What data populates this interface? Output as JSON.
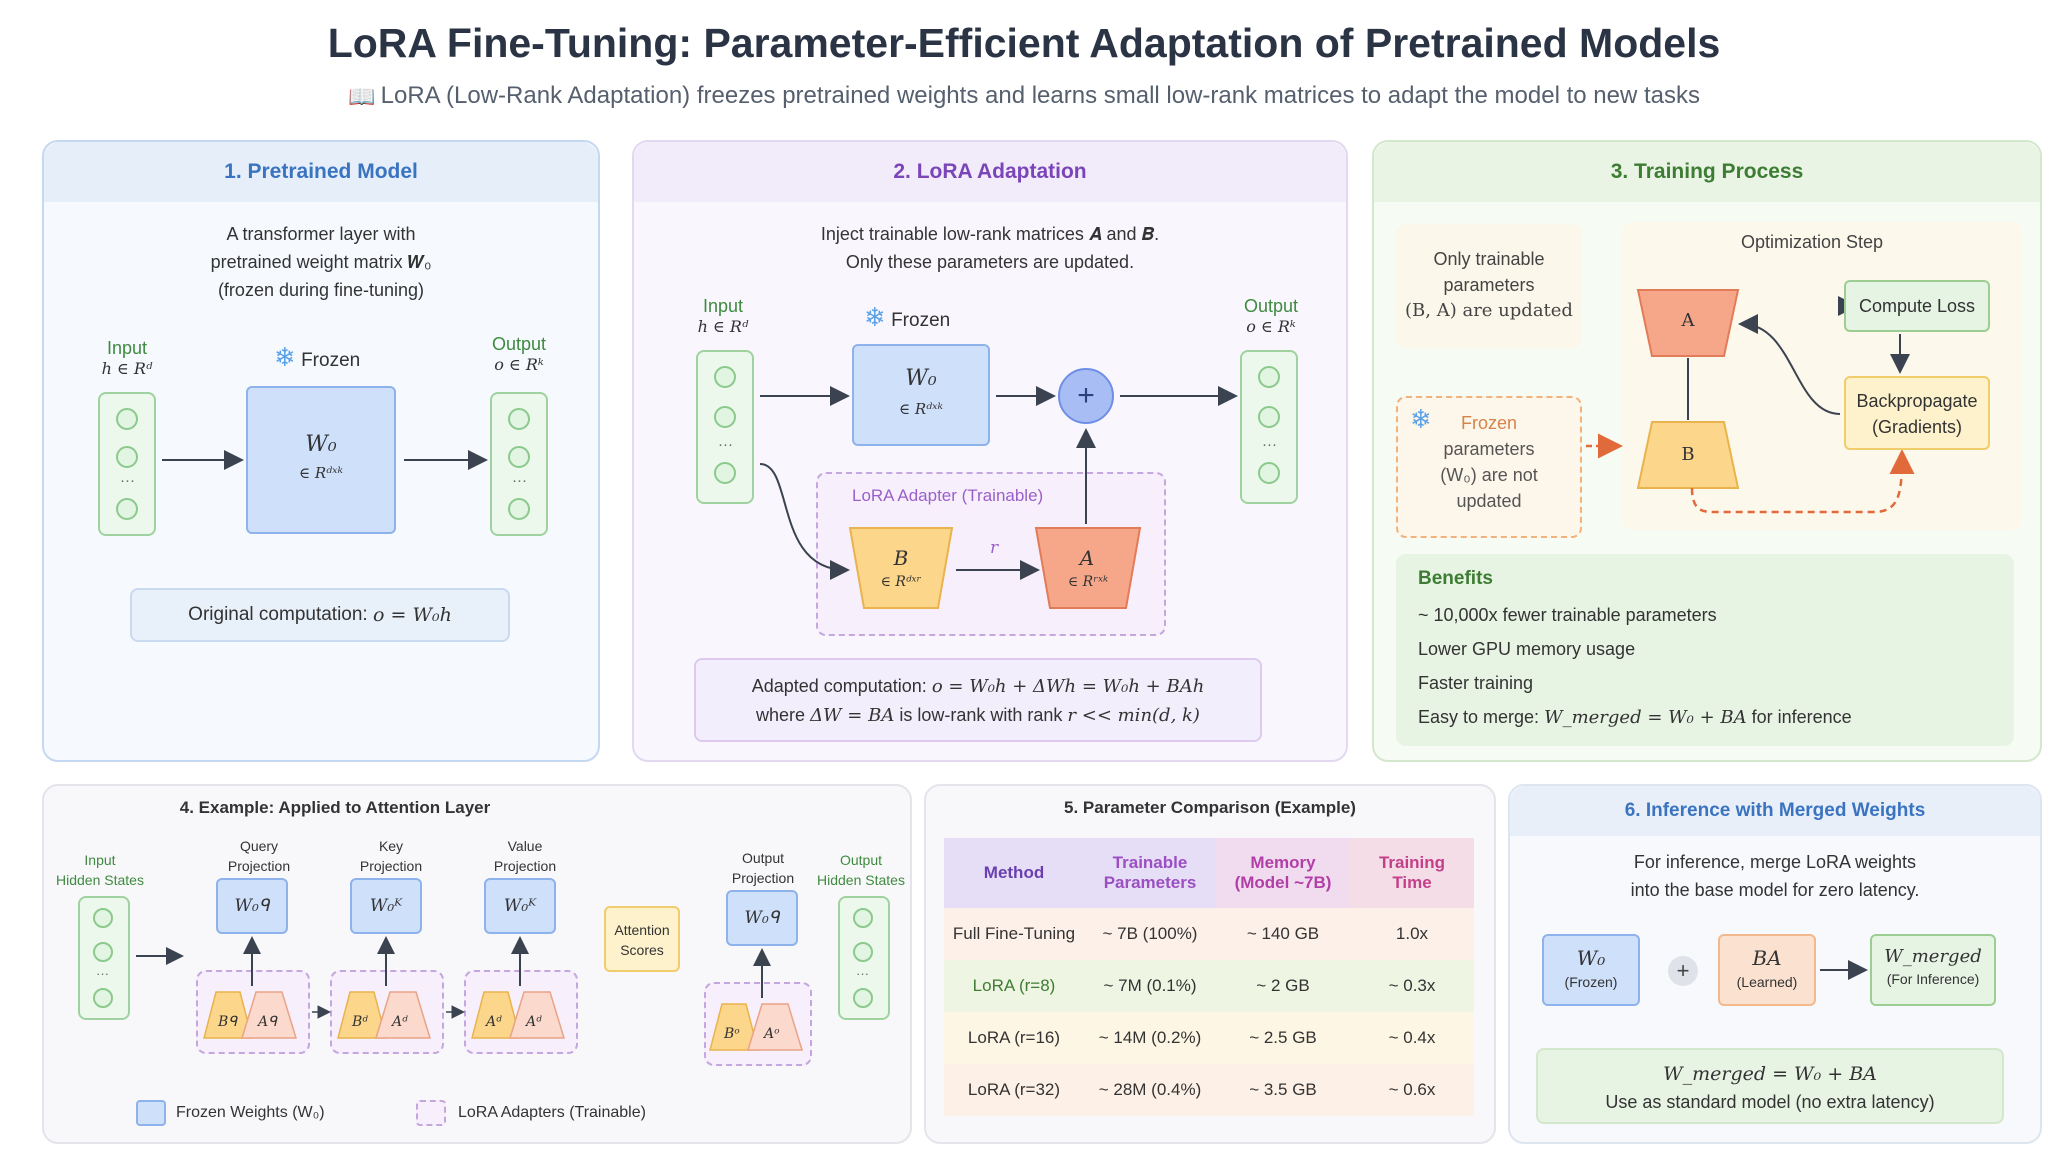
{
  "title": "LoRA Fine-Tuning: Parameter-Efficient Adaptation of Pretrained Models",
  "subtitle_icon": "book-icon",
  "subtitle": "LoRA (Low-Rank Adaptation) freezes pretrained weights and learns small low-rank matrices to adapt the model to new tasks",
  "p1": {
    "title": "1. Pretrained Model",
    "desc_1": "A transformer layer with",
    "desc_2": "pretrained weight matrix 𝑾₀",
    "desc_3": "(frozen during fine-tuning)",
    "input_label": "Input",
    "input_math": "h ∈ Rᵈ",
    "output_label": "Output",
    "output_math": "o ∈ Rᵏ",
    "frozen_label": "Frozen",
    "w_label": "W₀",
    "w_dim": "∈ Rᵈˣᵏ",
    "computation_label": "Original computation:",
    "computation_math": "o = W₀h"
  },
  "p2": {
    "title": "2. LoRA Adaptation",
    "desc_1": "Inject trainable low-rank matrices 𝑨 and 𝑩.",
    "desc_2": "Only these parameters are updated.",
    "input_label": "Input",
    "input_math": "h ∈ Rᵈ",
    "output_label": "Output",
    "output_math": "o ∈ Rᵏ",
    "frozen_label": "Frozen",
    "w_label": "W₀",
    "w_dim": "∈ Rᵈˣᵏ",
    "plus": "+",
    "adapter_label": "LoRA Adapter (Trainable)",
    "b_label": "B",
    "b_dim": "∈ Rᵈˣʳ",
    "a_label": "A",
    "a_dim": "∈ Rʳˣᵏ",
    "r_label": "r",
    "computation_1_label": "Adapted computation:",
    "computation_1_math": "o = W₀h + ΔWh = W₀h + BAh",
    "computation_2_pre": "where",
    "computation_2_math1": "ΔW = BA",
    "computation_2_mid": "is low-rank with rank",
    "computation_2_math2": "r << min(d, k)"
  },
  "p3": {
    "title": "3. Training Process",
    "trainable_1": "Only trainable",
    "trainable_2": "parameters",
    "trainable_3": "(B, A) are updated",
    "frozen_1": "Frozen",
    "frozen_2": "parameters",
    "frozen_3": "(W₀) are not",
    "frozen_4": "updated",
    "opt_title": "Optimization Step",
    "a_label": "A",
    "b_label": "B",
    "loss_label": "Compute Loss",
    "backprop_1": "Backpropagate",
    "backprop_2": "(Gradients)",
    "benefits_title": "Benefits",
    "benefits": [
      "~ 10,000x fewer trainable parameters",
      "Lower GPU memory usage",
      "Faster training"
    ],
    "benefit_merge_pre": "Easy to merge:",
    "benefit_merge_math": "W_merged = W₀ + BA",
    "benefit_merge_post": "for inference"
  },
  "p4": {
    "title": "4. Example: Applied to Attention Layer",
    "input_1": "Input",
    "input_2": "Hidden States",
    "query_1": "Query",
    "query_2": "Projection",
    "key_1": "Key",
    "key_2": "Projection",
    "value_1": "Value",
    "value_2": "Projection",
    "output_proj_1": "Output",
    "output_proj_2": "Projection",
    "output_hs_1": "Output",
    "output_hs_2": "Hidden States",
    "wq": "W₀ᑫ",
    "wk": "W₀ᴷ",
    "wv": "W₀ᴷ",
    "wo": "W₀ᑫ",
    "attention_1": "Attention",
    "attention_2": "Scores",
    "q_b": "Bᑫ",
    "q_a": "Aᑫ",
    "k_b": "Bᵈ",
    "k_a": "Aᵈ",
    "v_b": "Aᵈ",
    "v_a": "Aᵈ",
    "o_b": "Bᵒ",
    "o_a": "Aᵒ",
    "legend_frozen": "Frozen Weights (W₀)",
    "legend_lora": "LoRA Adapters (Trainable)"
  },
  "p5": {
    "title": "5. Parameter Comparison (Example)",
    "headers": [
      {
        "l1": "Method",
        "l2": ""
      },
      {
        "l1": "Trainable",
        "l2": "Parameters"
      },
      {
        "l1": "Memory",
        "l2": "(Model ~7B)"
      },
      {
        "l1": "Training",
        "l2": "Time"
      }
    ],
    "rows": [
      [
        "Full Fine-Tuning",
        "~ 7B (100%)",
        "~ 140 GB",
        "1.0x"
      ],
      [
        "LoRA (r=8)",
        "~ 7M (0.1%)",
        "~ 2 GB",
        "~ 0.3x"
      ],
      [
        "LoRA (r=16)",
        "~ 14M (0.2%)",
        "~ 2.5 GB",
        "~ 0.4x"
      ],
      [
        "LoRA (r=32)",
        "~ 28M (0.4%)",
        "~ 3.5 GB",
        "~ 0.6x"
      ]
    ]
  },
  "p6": {
    "title": "6. Inference with Merged Weights",
    "desc_1": "For inference, merge LoRA weights",
    "desc_2": "into the base model for zero latency.",
    "w0": "W₀",
    "w0_sub": "(Frozen)",
    "ba": "BA",
    "ba_sub": "(Learned)",
    "wm": "W_merged",
    "wm_sub": "(For Inference)",
    "plus": "+",
    "formula": "W_merged = W₀ + BA",
    "formula_sub": "Use as standard model (no extra latency)"
  }
}
